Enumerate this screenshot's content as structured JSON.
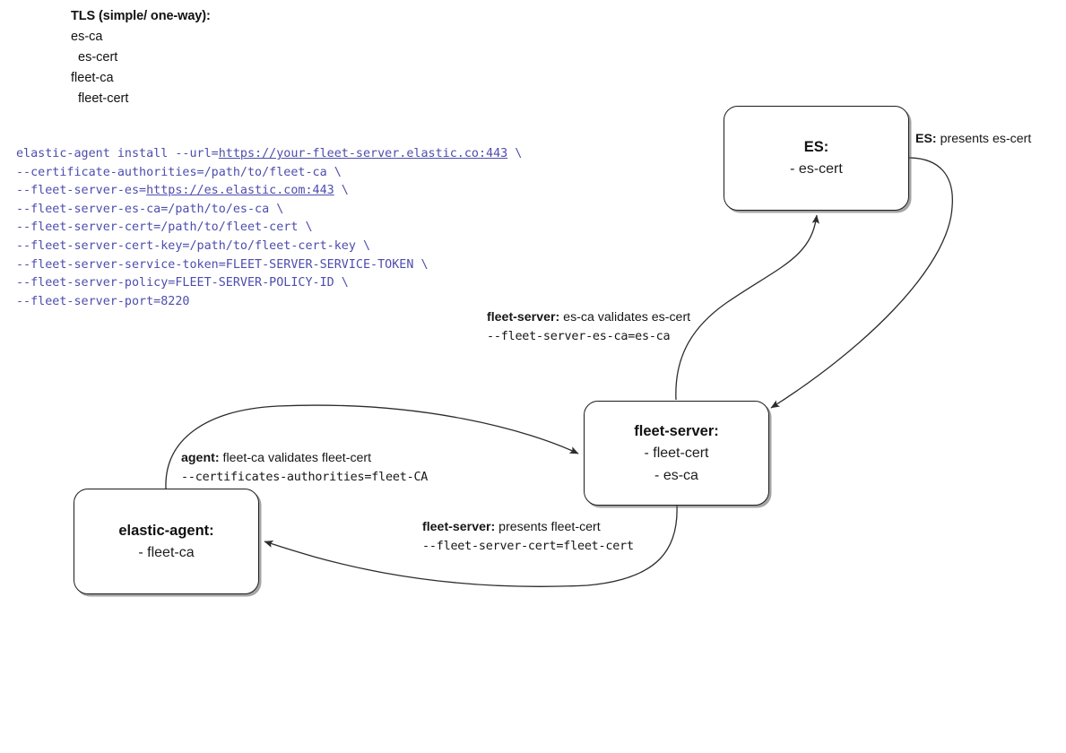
{
  "legend": {
    "title": "TLS (simple/ one-way):",
    "items": [
      {
        "text": "es-ca",
        "indent": false
      },
      {
        "text": "es-cert",
        "indent": true
      },
      {
        "text": "fleet-ca",
        "indent": false
      },
      {
        "text": "fleet-cert",
        "indent": true
      }
    ]
  },
  "command": {
    "color": "#4d4dae",
    "lines": [
      [
        {
          "t": "elastic-agent install --url=",
          "u": false
        },
        {
          "t": "https://your-fleet-server.elastic.co:443",
          "u": true
        },
        {
          "t": " \\",
          "u": false
        }
      ],
      [
        {
          "t": "--certificate-authorities=/path/to/fleet-ca \\",
          "u": false
        }
      ],
      [
        {
          "t": "--fleet-server-es=",
          "u": false
        },
        {
          "t": "https://es.elastic.com:443",
          "u": true
        },
        {
          "t": " \\",
          "u": false
        }
      ],
      [
        {
          "t": "--fleet-server-es-ca=/path/to/es-ca \\",
          "u": false
        }
      ],
      [
        {
          "t": "--fleet-server-cert=/path/to/fleet-cert \\",
          "u": false
        }
      ],
      [
        {
          "t": "--fleet-server-cert-key=/path/to/fleet-cert-key \\",
          "u": false
        }
      ],
      [
        {
          "t": "--fleet-server-service-token=FLEET-SERVER-SERVICE-TOKEN \\",
          "u": false
        }
      ],
      [
        {
          "t": "--fleet-server-policy=FLEET-SERVER-POLICY-ID \\",
          "u": false
        }
      ],
      [
        {
          "t": "--fleet-server-port=8220",
          "u": false
        }
      ]
    ]
  },
  "nodes": {
    "es": {
      "title": "ES:",
      "lines": [
        "- es-cert"
      ]
    },
    "fleet_server": {
      "title": "fleet-server:",
      "lines": [
        "- fleet-cert",
        "- es-ca"
      ]
    },
    "elastic_agent": {
      "title": "elastic-agent:",
      "lines": [
        "- fleet-ca"
      ]
    }
  },
  "edge_labels": {
    "es_presents": {
      "bold": "ES:",
      "rest": " presents es-cert"
    },
    "fleet_validates": {
      "bold": "fleet-server:",
      "rest": " es-ca validates es-cert",
      "mono": "--fleet-server-es-ca=es-ca"
    },
    "agent_validates": {
      "bold": "agent:",
      "rest": " fleet-ca validates fleet-cert",
      "mono": "--certificates-authorities=fleet-CA"
    },
    "fleet_presents": {
      "bold": "fleet-server:",
      "rest": " presents fleet-cert",
      "mono": "--fleet-server-cert=fleet-cert"
    }
  },
  "colors": {
    "stroke": "#1b1b1b",
    "edge": "#2c2c2c",
    "command_text": "#4d4dae",
    "background": "#ffffff"
  }
}
